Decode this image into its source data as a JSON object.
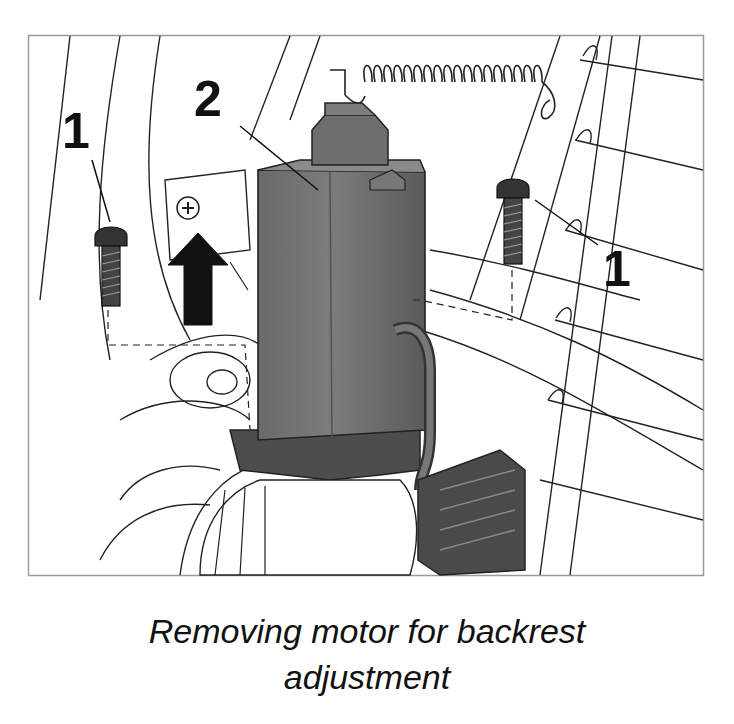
{
  "diagram": {
    "caption": "Removing motor for backrest adjustment",
    "labels": [
      "1",
      "2",
      "1"
    ]
  }
}
